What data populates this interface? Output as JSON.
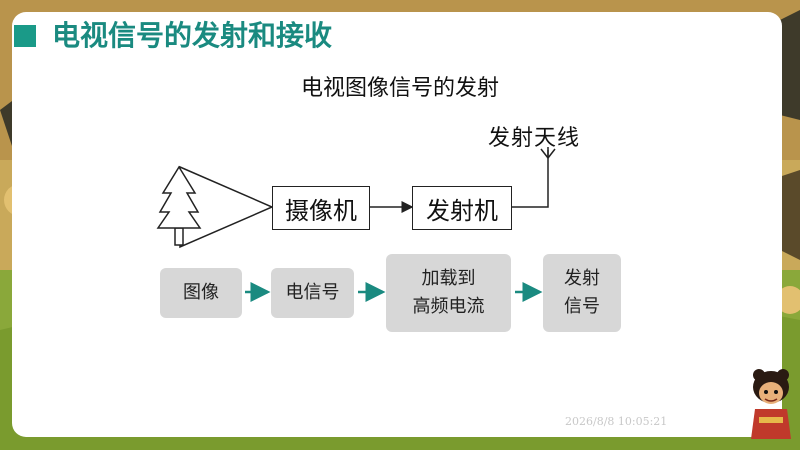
{
  "header": {
    "title": "电视信号的发射和接收"
  },
  "diagram": {
    "title": "电视图像信号的发射",
    "antenna_label": "发射天线",
    "boxes": {
      "camera": "摄像机",
      "transmitter": "发射机"
    },
    "flow": {
      "step1": "图像",
      "step2": "电信号",
      "step3_line1": "加载到",
      "step3_line2": "高频电流",
      "step4_line1": "发射",
      "step4_line2": "信号"
    }
  },
  "watermark": "2026/8/8 10:05:21",
  "colors": {
    "accent": "#1a8a80",
    "arrow": "#1a8a80",
    "pill": "#d7d7d7"
  }
}
